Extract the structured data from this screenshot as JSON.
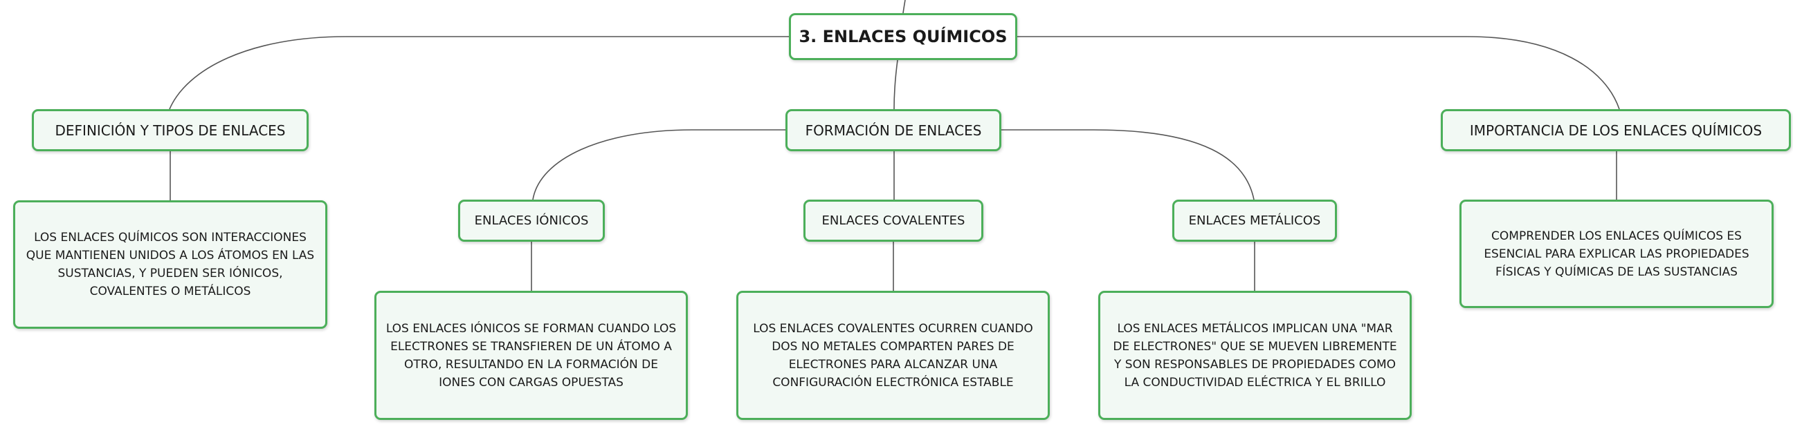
{
  "root": {
    "label": "3. ENLACES QUÍMICOS"
  },
  "branches": [
    {
      "label": "DEFINICIÓN Y TIPOS DE ENLACES",
      "detail": "LOS ENLACES QUÍMICOS SON INTERACCIONES QUE MANTIENEN UNIDOS A LOS ÁTOMOS EN LAS SUSTANCIAS, Y PUEDEN SER IÓNICOS, COVALENTES O METÁLICOS"
    },
    {
      "label": "FORMACIÓN DE ENLACES",
      "children": [
        {
          "label": "ENLACES IÓNICOS",
          "detail": "LOS ENLACES IÓNICOS SE FORMAN CUANDO LOS ELECTRONES SE TRANSFIEREN DE UN ÁTOMO A OTRO, RESULTANDO EN LA FORMACIÓN DE IONES CON CARGAS OPUESTAS"
        },
        {
          "label": "ENLACES COVALENTES",
          "detail": "LOS ENLACES COVALENTES OCURREN CUANDO DOS NO METALES COMPARTEN PARES DE ELECTRONES PARA ALCANZAR UNA CONFIGURACIÓN ELECTRÓNICA ESTABLE"
        },
        {
          "label": "ENLACES METÁLICOS",
          "detail": "LOS ENLACES METÁLICOS IMPLICAN UNA \"MAR DE ELECTRONES\" QUE SE MUEVEN LIBREMENTE Y SON RESPONSABLES DE PROPIEDADES COMO LA CONDUCTIVIDAD ELÉCTRICA Y EL BRILLO"
        }
      ]
    },
    {
      "label": "IMPORTANCIA DE LOS ENLACES QUÍMICOS",
      "detail": "COMPRENDER LOS ENLACES QUÍMICOS ES ESENCIAL PARA EXPLICAR LAS PROPIEDADES FÍSICAS Y QUÍMICAS DE LAS SUSTANCIAS"
    }
  ]
}
